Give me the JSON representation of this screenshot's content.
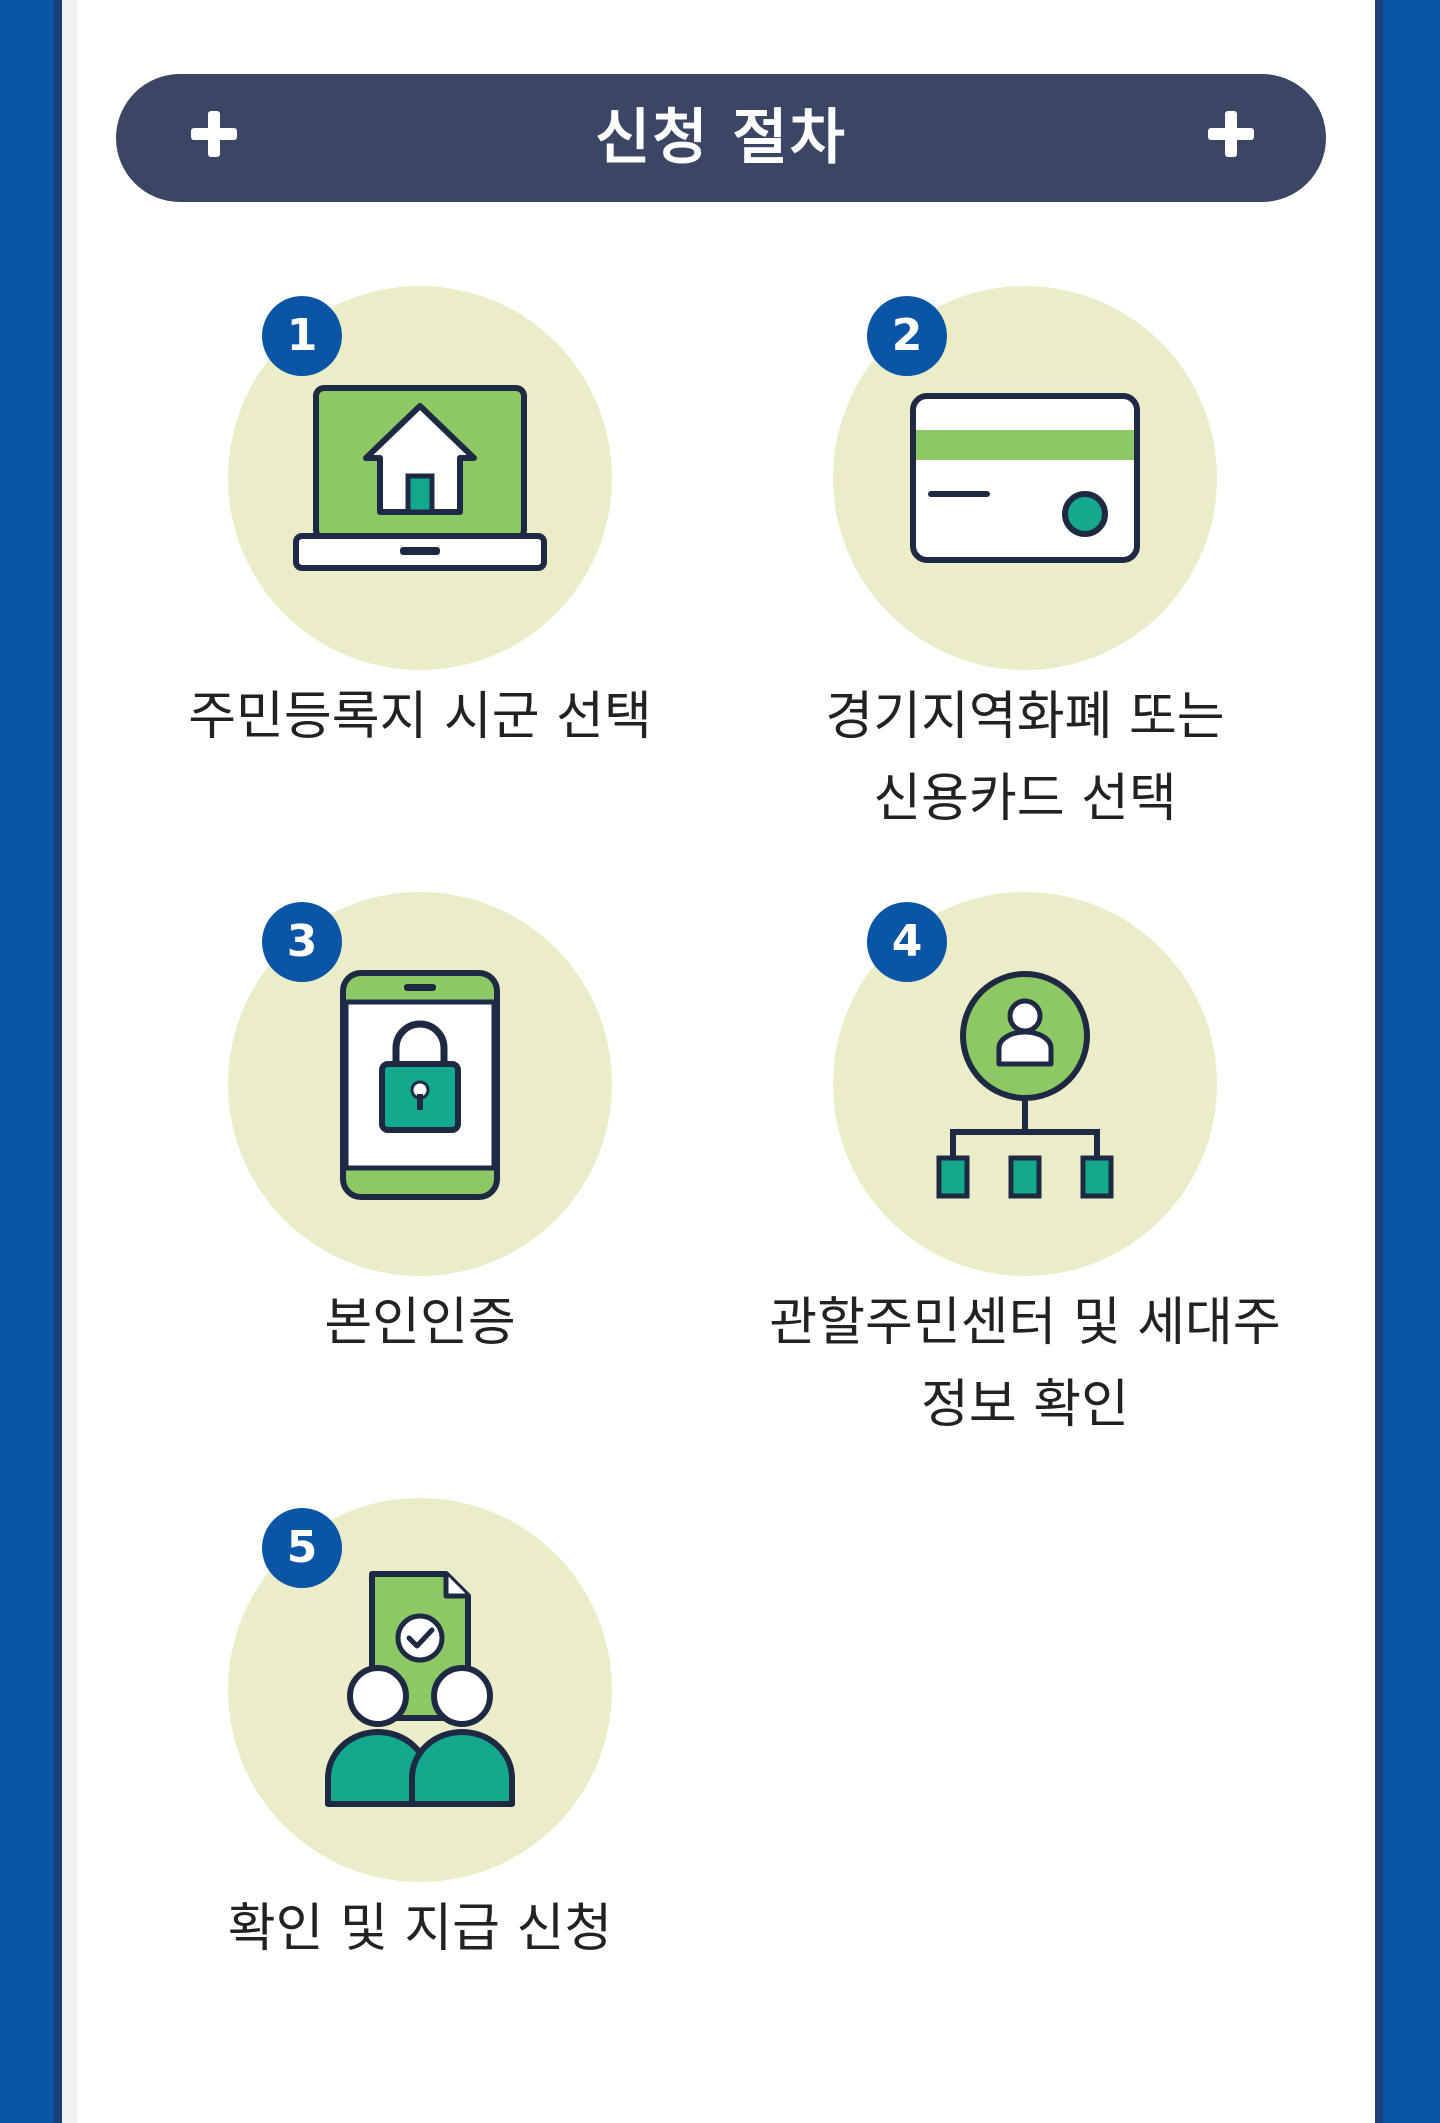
{
  "header": {
    "title": "신청 절차"
  },
  "steps": [
    {
      "number": "1",
      "label_lines": [
        "주민등록지 시군 선택"
      ],
      "icon": "laptop-home-icon"
    },
    {
      "number": "2",
      "label_lines": [
        "경기지역화폐 또는",
        "신용카드 선택"
      ],
      "icon": "credit-card-icon"
    },
    {
      "number": "3",
      "label_lines": [
        "본인인증"
      ],
      "icon": "phone-lock-icon"
    },
    {
      "number": "4",
      "label_lines": [
        "관할주민센터 및 세대주",
        "정보 확인"
      ],
      "icon": "user-hierarchy-icon"
    },
    {
      "number": "5",
      "label_lines": [
        "확인 및 지급 신청"
      ],
      "icon": "document-users-check-icon"
    }
  ],
  "colors": {
    "frame_blue": "#0a55a6",
    "header_navy": "#3a4664",
    "circle_bg": "#ebedc8",
    "badge_blue": "#0a55a6",
    "icon_green": "#8cc864",
    "icon_teal": "#12a98c",
    "icon_outline": "#1e2a44"
  }
}
